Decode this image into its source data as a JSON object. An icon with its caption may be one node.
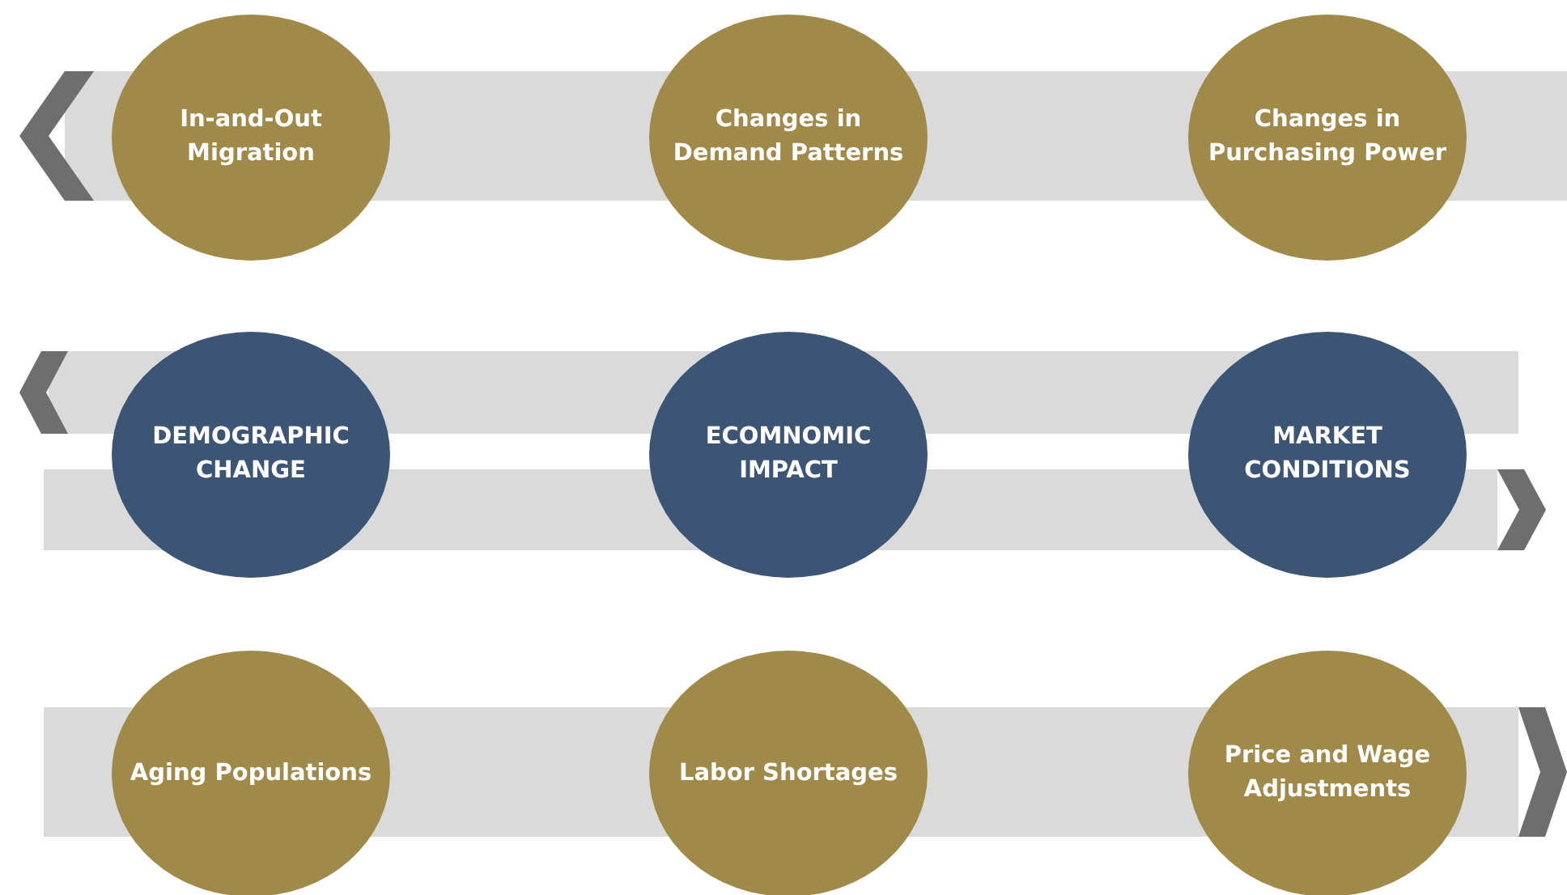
{
  "diagram": {
    "nodes": [
      {
        "text": [
          "In-and-Out Migration"
        ]
      },
      {
        "text": [
          "Changes in Demand Patterns"
        ]
      },
      {
        "text": [
          "Changes in Purchasing Power"
        ]
      },
      {
        "text": [
          "DEMOGRAPHIC CHANGE"
        ]
      },
      {
        "text": [
          "ECOMNOMIC IMPACT"
        ]
      },
      {
        "text": [
          "MARKET CONDITIONS"
        ]
      },
      {
        "text": [
          "Aging Populations"
        ]
      },
      {
        "text": [
          "Labor Shortages"
        ]
      },
      {
        "text": [
          "Price and Wage Adjustments"
        ]
      }
    ]
  }
}
